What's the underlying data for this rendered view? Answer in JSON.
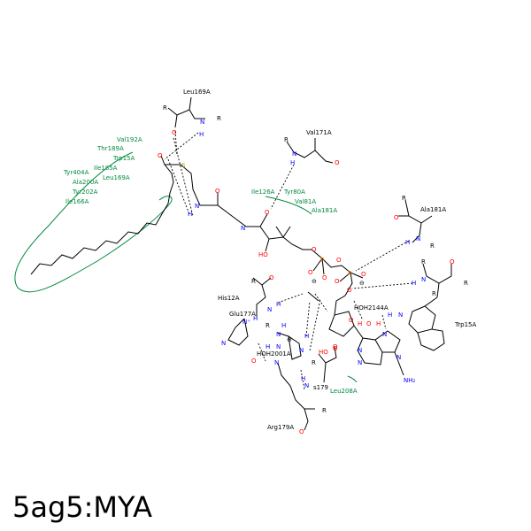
{
  "title": "5ag5:MYA",
  "residues_black": [
    {
      "id": "leu169a-top",
      "label": "Leu169A"
    },
    {
      "id": "val171a",
      "label": "Val171A"
    },
    {
      "id": "ala181a-right",
      "label": "Ala181A"
    },
    {
      "id": "his12a",
      "label": "His12A"
    },
    {
      "id": "glu177a",
      "label": "Glu177A"
    },
    {
      "id": "hoh2144a",
      "label": "HOH2144A"
    },
    {
      "id": "trp15a-right",
      "label": "Trp15A"
    },
    {
      "id": "hoh2001a",
      "label": "HOH2001A"
    },
    {
      "id": "arg179a",
      "label": "Arg179A"
    },
    {
      "id": "s179",
      "label": "s179"
    }
  ],
  "residues_green": [
    {
      "id": "val192a",
      "label": "Val192A"
    },
    {
      "id": "thr189a",
      "label": "Thr189A"
    },
    {
      "id": "trp15a-left",
      "label": "Trp15A"
    },
    {
      "id": "ile185a",
      "label": "Ile185A"
    },
    {
      "id": "tyr404a",
      "label": "Tyr404A"
    },
    {
      "id": "leu169a-left",
      "label": "Leu169A"
    },
    {
      "id": "ala200a",
      "label": "Ala200A"
    },
    {
      "id": "tyr202a",
      "label": "Tyr202A"
    },
    {
      "id": "ile166a",
      "label": "Ile166A"
    },
    {
      "id": "ile126a",
      "label": "Ile126A"
    },
    {
      "id": "tyr80a",
      "label": "Tyr80A"
    },
    {
      "id": "val81a",
      "label": "Val81A"
    },
    {
      "id": "ala181a-green",
      "label": "Ala181A"
    },
    {
      "id": "leu208a",
      "label": "Leu208A"
    }
  ],
  "atoms": {
    "R": "R",
    "N": "N",
    "O": "O",
    "H": "H",
    "S": "S",
    "P": "P",
    "NH2": "NH₂",
    "HO": "HO",
    "Nplus": "N⁺",
    "plus": "⊕",
    "minus": "⊖"
  }
}
